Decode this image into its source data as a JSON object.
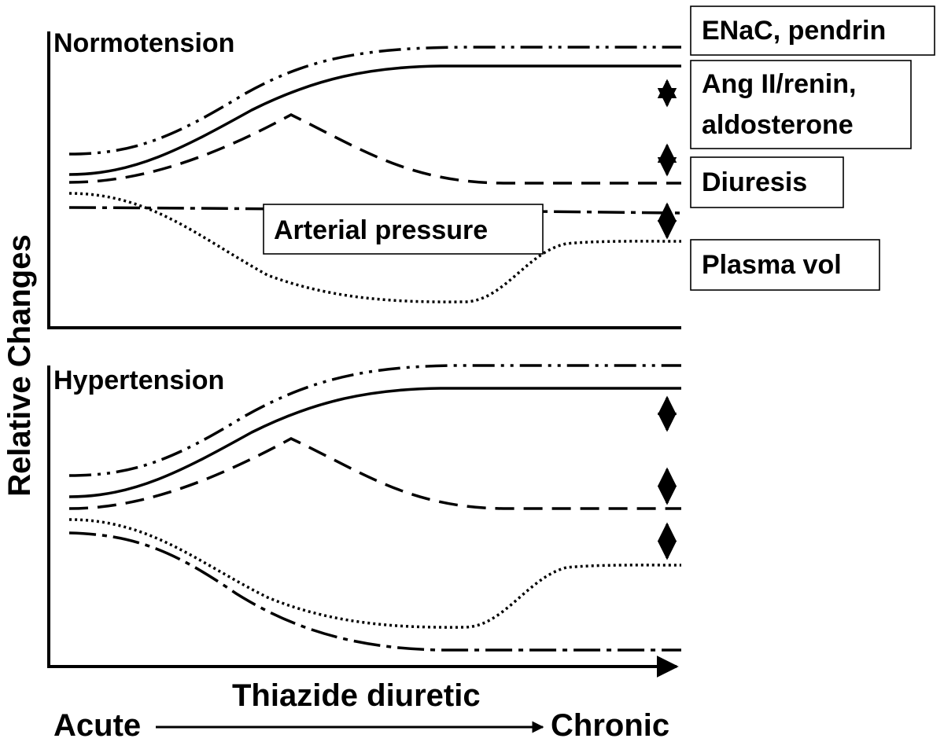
{
  "panels": {
    "top": {
      "title": "Normotension"
    },
    "bottom": {
      "title": "Hypertension"
    }
  },
  "legend": {
    "enac": "ENaC, pendrin",
    "ang_line1": "Ang II/renin,",
    "ang_line2": "aldosterone",
    "diuresis": "Diuresis",
    "arterial": "Arterial pressure",
    "plasma": "Plasma vol"
  },
  "axes": {
    "y_label": "Relative Changes",
    "x_label": "Thiazide diuretic",
    "x_start": "Acute",
    "x_end": "Chronic"
  },
  "colors": {
    "ink": "#000000",
    "background": "#ffffff"
  }
}
